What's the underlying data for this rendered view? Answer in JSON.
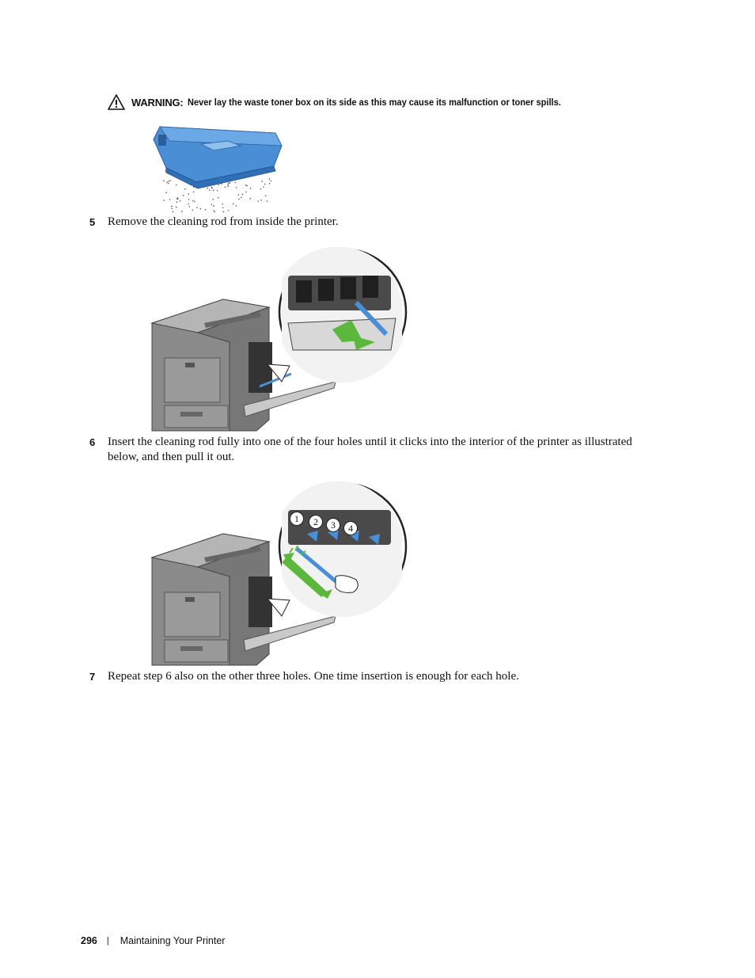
{
  "warning": {
    "label": "WARNING:",
    "text": "Never lay the waste toner box on its side as this may cause its malfunction or toner spills.",
    "icon": "warning-triangle-icon"
  },
  "steps": [
    {
      "number": "5",
      "text": "Remove the cleaning rod from inside the printer."
    },
    {
      "number": "6",
      "text": "Insert the cleaning rod fully into one of the four holes until it clicks into the interior of the printer as illustrated below, and then pull it out."
    },
    {
      "number": "7",
      "text": "Repeat step 6 also on the other three holes. One time insertion is enough for each hole."
    }
  ],
  "illustration2": {
    "callouts": [
      "1",
      "2",
      "3",
      "4"
    ]
  },
  "colors": {
    "toner_blue": "#4a8fd6",
    "arrow_green": "#5cb83c",
    "printer_gray": "#8a8a8a"
  },
  "footer": {
    "page_number": "296",
    "separator": "|",
    "section": "Maintaining Your Printer"
  }
}
